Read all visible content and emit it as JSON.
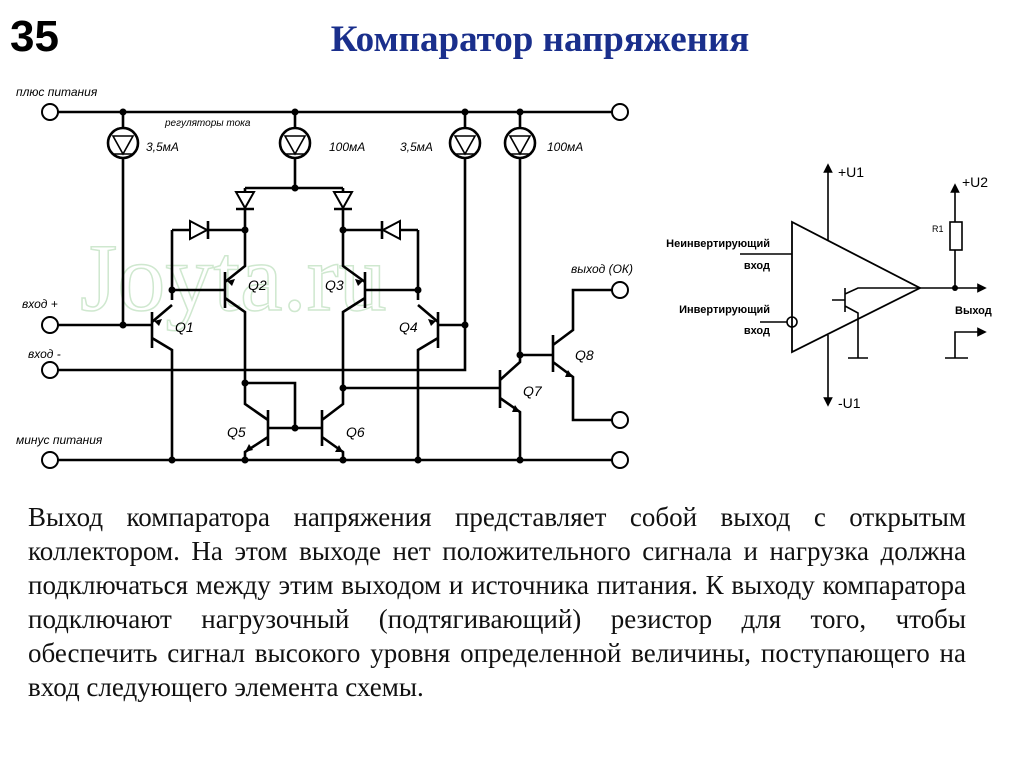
{
  "slide_number": "35",
  "title": "Компаратор напряжения",
  "watermark": "Joyta.ru",
  "circuit": {
    "supply_plus": "плюс питания",
    "supply_minus": "минус питания",
    "current_regulators": "регуляторы тока",
    "sources": [
      "3,5мА",
      "100мА",
      "3,5мА",
      "100мА"
    ],
    "input_plus": "вход +",
    "input_minus": "вход -",
    "output": "выход (ОК)",
    "transistors": [
      "Q1",
      "Q2",
      "Q3",
      "Q4",
      "Q5",
      "Q6",
      "Q7",
      "Q8"
    ]
  },
  "symbol": {
    "plus_u1": "+U1",
    "minus_u1": "-U1",
    "plus_u2": "+U2",
    "r1": "R1",
    "noninv_1": "Неинвертирующий",
    "noninv_2": "вход",
    "inv_1": "Инвертирующий",
    "inv_2": "вход",
    "output": "Выход"
  },
  "body_text": "Выход компаратора напряжения представляет собой выход с открытым коллектором. На этом выходе нет положительного сигнала и нагрузка должна подключаться между этим выходом и источника питания. К выходу компаратора подключают нагрузочный (подтягивающий) резистор для того, чтобы обеспечить сигнал высокого уровня определенной величины, поступающего на вход следующего элемента схемы."
}
